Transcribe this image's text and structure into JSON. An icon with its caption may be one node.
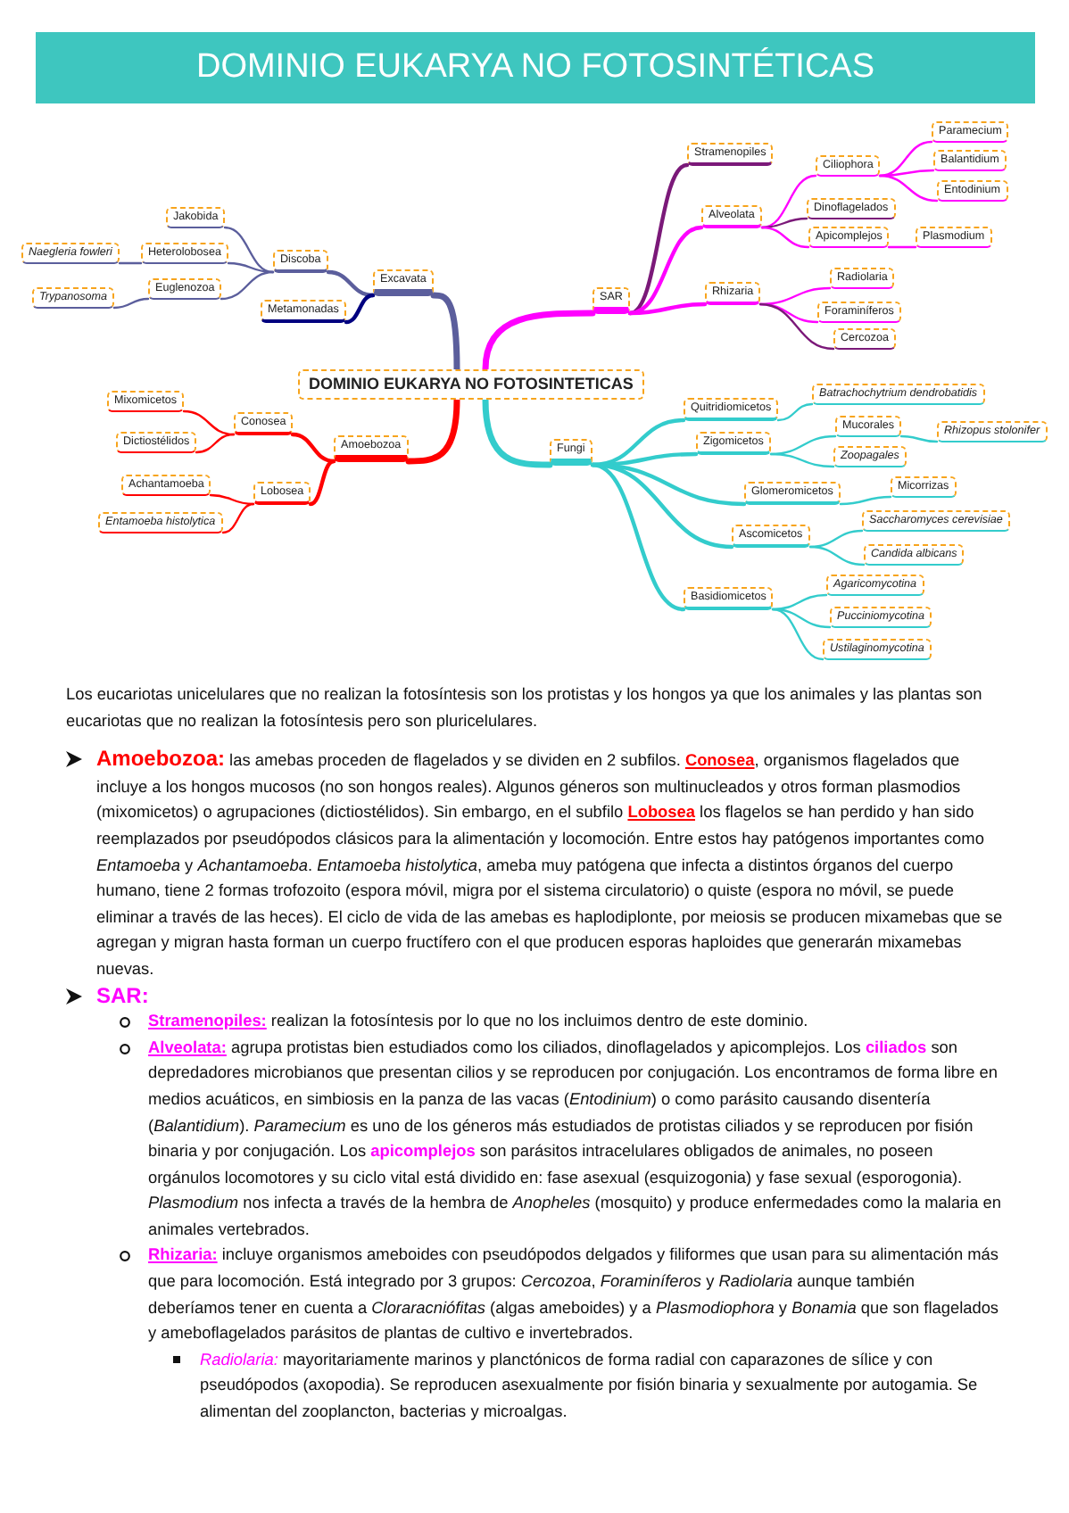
{
  "diagram": {
    "title": "DOMINIO EUKARYA NO FOTOSINTÉTICAS",
    "nodes": [
      {
        "text": [
          "DOMINIO EUKARYA NO FOTOSINTETICAS"
        ]
      },
      {
        "text": [
          "Excavata"
        ]
      },
      {
        "text": [
          "Discoba"
        ]
      },
      {
        "text": [
          "Jakobida"
        ]
      },
      {
        "text": [
          "Heterolobosea"
        ]
      },
      {
        "text": [
          "Naegleria fowleri"
        ]
      },
      {
        "text": [
          "Euglenozoa"
        ]
      },
      {
        "text": [
          "Trypanosoma"
        ]
      },
      {
        "text": [
          "Metamonadas"
        ]
      },
      {
        "text": [
          "SAR"
        ]
      },
      {
        "text": [
          "Stramenopiles"
        ]
      },
      {
        "text": [
          "Alveolata"
        ]
      },
      {
        "text": [
          "Ciliophora"
        ]
      },
      {
        "text": [
          "Paramecium"
        ]
      },
      {
        "text": [
          "Balantidium"
        ]
      },
      {
        "text": [
          "Entodinium"
        ]
      },
      {
        "text": [
          "Dinoflagelados"
        ]
      },
      {
        "text": [
          "Apicomplejos"
        ]
      },
      {
        "text": [
          "Plasmodium"
        ]
      },
      {
        "text": [
          "Rhizaria"
        ]
      },
      {
        "text": [
          "Radiolaria"
        ]
      },
      {
        "text": [
          "Foraminíferos"
        ]
      },
      {
        "text": [
          "Cercozoa"
        ]
      },
      {
        "text": [
          "Amoebozoa"
        ]
      },
      {
        "text": [
          "Conosea"
        ]
      },
      {
        "text": [
          "Mixomicetos"
        ]
      },
      {
        "text": [
          "Dictiostélidos"
        ]
      },
      {
        "text": [
          "Lobosea"
        ]
      },
      {
        "text": [
          "Achantamoeba"
        ]
      },
      {
        "text": [
          "Entamoeba histolytica"
        ]
      },
      {
        "text": [
          "Fungi"
        ]
      },
      {
        "text": [
          "Quitridiomicetos"
        ]
      },
      {
        "text": [
          "Batrachochytrium dendrobatidis"
        ]
      },
      {
        "text": [
          "Zigomicetos"
        ]
      },
      {
        "text": [
          "Mucorales"
        ]
      },
      {
        "text": [
          "Rhizopus stolonifer"
        ]
      },
      {
        "text": [
          "Zoopagales"
        ]
      },
      {
        "text": [
          "Glomeromicetos"
        ]
      },
      {
        "text": [
          "Micorrizas"
        ]
      },
      {
        "text": [
          "Ascomicetos"
        ]
      },
      {
        "text": [
          "Saccharomyces cerevisiae"
        ]
      },
      {
        "text": [
          "Candida albicans"
        ]
      },
      {
        "text": [
          "Basidiomicetos"
        ]
      },
      {
        "text": [
          "Agaricomycotina"
        ]
      },
      {
        "text": [
          "Pucciniomycotina"
        ]
      },
      {
        "text": [
          "Ustilaginomycotina"
        ]
      }
    ],
    "edges": [
      {
        "from": 0,
        "to": 1,
        "arrow": "none",
        "style": "thick",
        "color": "#5b5e9c"
      },
      {
        "from": 1,
        "to": 2,
        "arrow": "none",
        "color": "#5b5e9c"
      },
      {
        "from": 2,
        "to": 3,
        "arrow": "none",
        "color": "#5b5e9c"
      },
      {
        "from": 2,
        "to": 4,
        "arrow": "none",
        "color": "#5b5e9c"
      },
      {
        "from": 4,
        "to": 5,
        "arrow": "none",
        "color": "#5b5e9c"
      },
      {
        "from": 2,
        "to": 6,
        "arrow": "none",
        "color": "#5b5e9c"
      },
      {
        "from": 6,
        "to": 7,
        "arrow": "none",
        "color": "#5b5e9c"
      },
      {
        "from": 1,
        "to": 8,
        "arrow": "none",
        "color": "#000080"
      },
      {
        "from": 0,
        "to": 9,
        "arrow": "none",
        "style": "thick",
        "color": "#ff00ff"
      },
      {
        "from": 9,
        "to": 10,
        "arrow": "none",
        "color": "#7b1979"
      },
      {
        "from": 9,
        "to": 11,
        "arrow": "none",
        "color": "#ff00ff"
      },
      {
        "from": 11,
        "to": 12,
        "arrow": "none",
        "color": "#ff00ff"
      },
      {
        "from": 12,
        "to": 13,
        "arrow": "none",
        "color": "#ff00ff"
      },
      {
        "from": 12,
        "to": 14,
        "arrow": "none",
        "color": "#ff00ff"
      },
      {
        "from": 12,
        "to": 15,
        "arrow": "none",
        "color": "#ff00ff"
      },
      {
        "from": 11,
        "to": 16,
        "arrow": "none",
        "color": "#7b1979"
      },
      {
        "from": 11,
        "to": 17,
        "arrow": "none",
        "color": "#ff00ff"
      },
      {
        "from": 17,
        "to": 18,
        "arrow": "none",
        "color": "#ff00ff"
      },
      {
        "from": 9,
        "to": 19,
        "arrow": "none",
        "color": "#ff00ff"
      },
      {
        "from": 19,
        "to": 20,
        "arrow": "none",
        "color": "#ff00ff"
      },
      {
        "from": 19,
        "to": 21,
        "arrow": "none",
        "color": "#ff00ff"
      },
      {
        "from": 19,
        "to": 22,
        "arrow": "none",
        "color": "#7b1979"
      },
      {
        "from": 0,
        "to": 23,
        "arrow": "none",
        "style": "thick",
        "color": "#ff0000"
      },
      {
        "from": 23,
        "to": 24,
        "arrow": "none",
        "color": "#ff0000"
      },
      {
        "from": 24,
        "to": 25,
        "arrow": "none",
        "color": "#ff0000"
      },
      {
        "from": 24,
        "to": 26,
        "arrow": "none",
        "color": "#ff0000"
      },
      {
        "from": 23,
        "to": 27,
        "arrow": "none",
        "color": "#ff0000"
      },
      {
        "from": 27,
        "to": 28,
        "arrow": "none",
        "color": "#ff0000"
      },
      {
        "from": 27,
        "to": 29,
        "arrow": "none",
        "color": "#ff0000"
      },
      {
        "from": 0,
        "to": 30,
        "arrow": "none",
        "style": "thick"
      },
      {
        "from": 30,
        "to": 31,
        "arrow": "none"
      },
      {
        "from": 31,
        "to": 32,
        "arrow": "none"
      },
      {
        "from": 30,
        "to": 33,
        "arrow": "none"
      },
      {
        "from": 33,
        "to": 34,
        "arrow": "none"
      },
      {
        "from": 34,
        "to": 35,
        "arrow": "none"
      },
      {
        "from": 33,
        "to": 36,
        "arrow": "none"
      },
      {
        "from": 30,
        "to": 37,
        "arrow": "none"
      },
      {
        "from": 37,
        "to": 38,
        "arrow": "none"
      },
      {
        "from": 30,
        "to": 39,
        "arrow": "none"
      },
      {
        "from": 39,
        "to": 40,
        "arrow": "none"
      },
      {
        "from": 39,
        "to": 41,
        "arrow": "none"
      },
      {
        "from": 30,
        "to": 42,
        "arrow": "none"
      },
      {
        "from": 42,
        "to": 43,
        "arrow": "none"
      },
      {
        "from": 42,
        "to": 44,
        "arrow": "none"
      },
      {
        "from": 42,
        "to": 45,
        "arrow": "none"
      }
    ],
    "labels": [
      "Los eucariotas unicelulares que no realizan la fotosíntesis son los protistas y los hongos ya que los animales y las plantas son eucariotas que no realizan la fotosíntesis pero son pluricelulares.",
      "**Amoebozoa:** las amebas proceden de flagelados y se dividen en 2 subfilos. **Conosea**, organismos flagelados que incluye a los hongos mucosos (no son hongos reales). Algunos géneros son multinucleados y otros forman plasmodios (mixomicetos) o agrupaciones (dictiostélidos). Sin embargo, en el subfilo **Lobosea** los flagelos se han perdido y han sido reemplazados por pseudópodos clásicos para la alimentación y locomoción. Entre estos hay patógenos importantes como *Entamoeba* y *Achantamoeba*. *Entamoeba histolytica*, ameba muy patógena que infecta a distintos órganos del cuerpo humano, tiene 2 formas trofozoito (espora móvil, migra por el sistema circulatorio) o quiste (espora no móvil, se puede eliminar a través de las heces). El ciclo de vida de las amebas es haplodiplonte, por meiosis se producen mixamebas que se agregan y migran hasta forman un cuerpo fructífero con el que producen esporas haploides que generarán mixamebas nuevas.",
      "SAR:",
      "**Stramenopiles:** realizan la fotosíntesis por lo que no los incluimos dentro de este dominio.",
      "**Alveolata:** agrupa protistas bien estudiados como los ciliados, dinoflagelados y apicomplejos. Los **ciliados** son depredadores microbianos que presentan cilios y se reproducen por conjugación. Los encontramos de forma libre en medios acuáticos, en simbiosis en la panza de las vacas (*Entodinium*) o como parásito causando disentería (*Balantidium*). *Paramecium* es uno de los géneros más estudiados de protistas ciliados y se reproducen por fisión binaria y por conjugación. Los **apicomplejos** son parásitos intracelulares obligados de animales, no poseen orgánulos locomotores y su ciclo vital está dividido en: fase asexual (esquizogonia) y fase sexual (esporogonia). *Plasmodium* nos infecta a través de la hembra de *Anopheles* (mosquito) y produce enfermedades como la malaria en animales vertebrados.",
      "**Rhizaria:** incluye organismos ameboides con pseudópodos delgados y filiformes que usan para su alimentación más que para locomoción. Está integrado por 3 grupos: *Cercozoa*, *Foraminíferos* y *Radiolaria* aunque también deberíamos tener en cuenta a *Cloraracniófitas* (algas ameboides) y a *Plasmodiophora* y *Bonamia* que son flagelados y ameboflagelados parásitos de plantas de cultivo e invertebrados.",
      "*Radiolaria:* mayoritariamente marinos y planctónicos de forma radial con caparazones de sílice y con pseudópodos (axopodia). Se reproducen asexualmente por fisión binaria y sexualmente por autogamia. Se alimentan del zooplancton, bacterias y microalgas."
    ]
  }
}
